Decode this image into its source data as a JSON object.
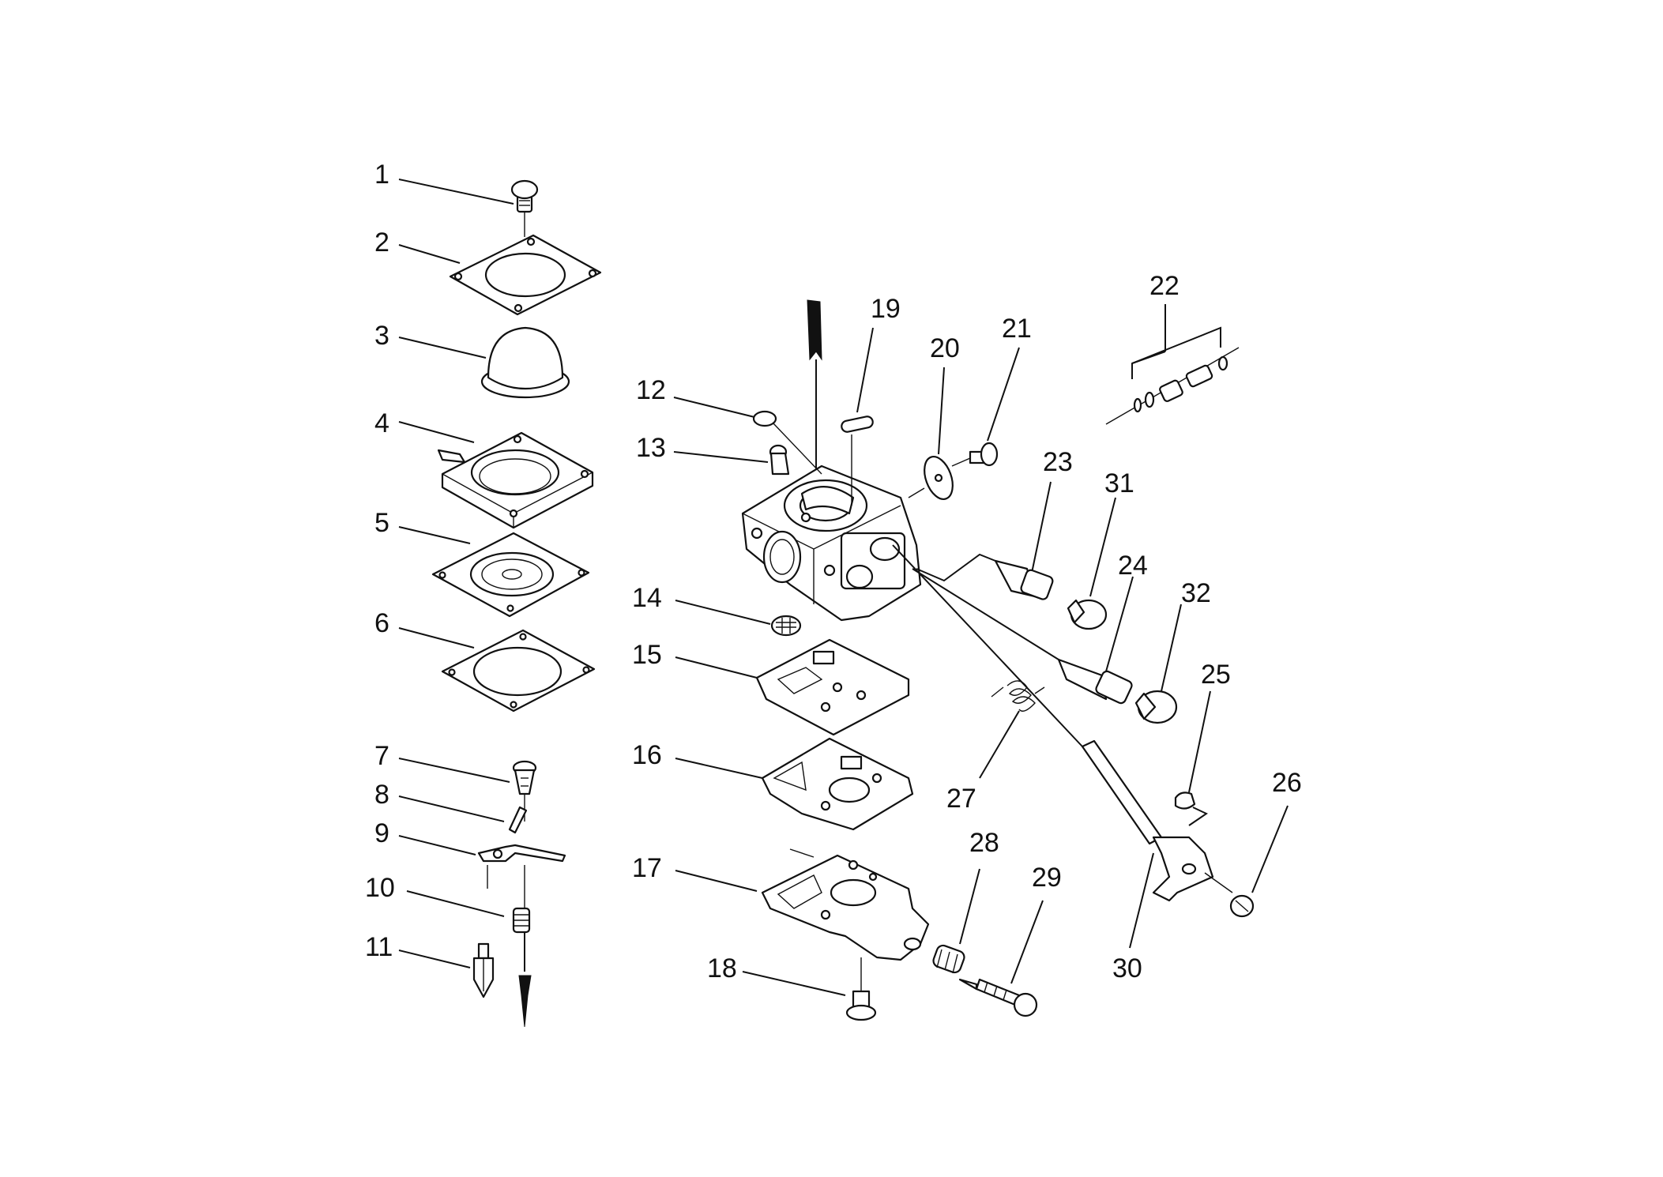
{
  "diagram": {
    "callouts": [
      {
        "id": "1",
        "text": "1"
      },
      {
        "id": "2",
        "text": "2"
      },
      {
        "id": "3",
        "text": "3"
      },
      {
        "id": "4",
        "text": "4"
      },
      {
        "id": "5",
        "text": "5"
      },
      {
        "id": "6",
        "text": "6"
      },
      {
        "id": "7",
        "text": "7"
      },
      {
        "id": "8",
        "text": "8"
      },
      {
        "id": "9",
        "text": "9"
      },
      {
        "id": "10",
        "text": "10"
      },
      {
        "id": "11",
        "text": "11"
      },
      {
        "id": "12",
        "text": "12"
      },
      {
        "id": "13",
        "text": "13"
      },
      {
        "id": "14",
        "text": "14"
      },
      {
        "id": "15",
        "text": "15"
      },
      {
        "id": "16",
        "text": "16"
      },
      {
        "id": "17",
        "text": "17"
      },
      {
        "id": "18",
        "text": "18"
      },
      {
        "id": "19",
        "text": "19"
      },
      {
        "id": "20",
        "text": "20"
      },
      {
        "id": "21",
        "text": "21"
      },
      {
        "id": "22",
        "text": "22"
      },
      {
        "id": "23",
        "text": "23"
      },
      {
        "id": "24",
        "text": "24"
      },
      {
        "id": "25",
        "text": "25"
      },
      {
        "id": "26",
        "text": "26"
      },
      {
        "id": "27",
        "text": "27"
      },
      {
        "id": "28",
        "text": "28"
      },
      {
        "id": "29",
        "text": "29"
      },
      {
        "id": "30",
        "text": "30"
      },
      {
        "id": "31",
        "text": "31"
      },
      {
        "id": "32",
        "text": "32"
      }
    ]
  }
}
